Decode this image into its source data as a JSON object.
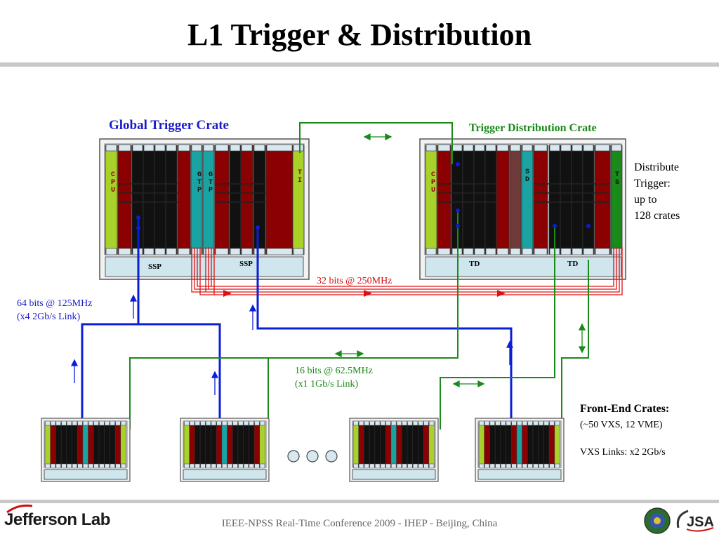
{
  "slide": {
    "title": "L1 Trigger & Distribution",
    "footer": "IEEE-NPSS Real-Time Conference 2009 - IHEP - Beijing, China",
    "logo_text": "Jefferson Lab",
    "jsa_text": "JSA"
  },
  "labels": {
    "global_crate": "Global Trigger Crate",
    "distribution_crate": "Trigger Distribution Crate",
    "distribute_lines": [
      "Distribute",
      "Trigger:",
      "up to",
      "128 crates"
    ],
    "red_link": "32 bits @ 250MHz",
    "blue_link": [
      "64 bits @ 125MHz",
      "(x4  2Gb/s Link)"
    ],
    "green_link": [
      "16 bits @ 62.5MHz",
      "(x1 1Gb/s Link)"
    ],
    "frontend_title": "Front-End Crates:",
    "frontend_sub": "(~50 VXS, 12 VME)",
    "vxs_links": "VXS Links:  x2  2Gb/s",
    "ssp_left": "SSP",
    "ssp_right": "SSP",
    "td_left": "TD",
    "td_right": "TD"
  },
  "cards": {
    "cpu": "CPU",
    "gtp": "GTP",
    "ti": "TI",
    "sd": "SD",
    "ts": "TS"
  },
  "colors": {
    "crate_bg": "#f2f2f2",
    "maroon": "#8b0000",
    "black": "#111111",
    "teal": "#1aa3a3",
    "lime": "#a8d22a",
    "green_card": "#1a8a1a",
    "brown": "#6e3a3a",
    "backplane": "#cfe6ee",
    "red_line": "#e01010",
    "blue_line": "#0a1ed8",
    "green_line": "#1a8a1a",
    "label_blue": "#1a1acc",
    "label_red": "#d01010",
    "label_green": "#1a8a1a"
  }
}
